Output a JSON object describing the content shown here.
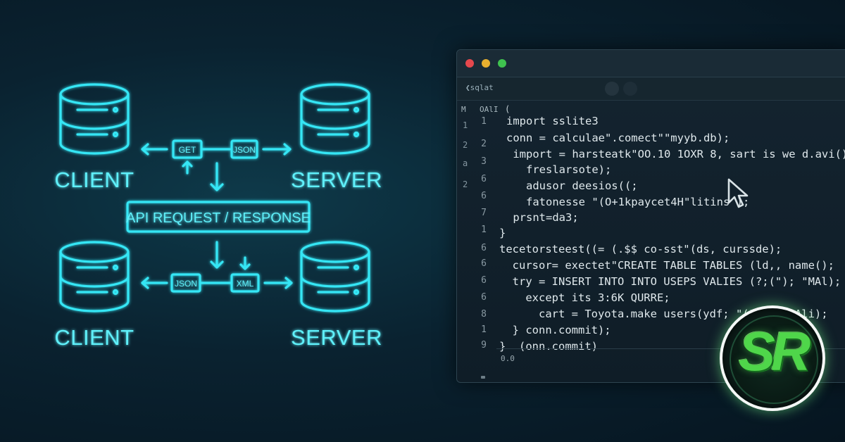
{
  "diagram": {
    "nodes": [
      {
        "role": "client",
        "label": "CLIENT"
      },
      {
        "role": "server",
        "label": "SERVER"
      },
      {
        "role": "client",
        "label": "CLIENT"
      },
      {
        "role": "server",
        "label": "SERVER"
      }
    ],
    "tags": {
      "top_left": "GET",
      "top_right": "JSON",
      "bottom_left": "JSON",
      "bottom_right": "XML"
    },
    "center_label": "API REQUEST / RESPONSE",
    "accent_color": "#35e6f5"
  },
  "editor": {
    "window_buttons": {
      "close": "#e5484d",
      "minimize": "#e8b02f",
      "maximize": "#3fc24f"
    },
    "tab_label": "❮sqlat",
    "crumb_icon": "M",
    "crumb_label": "OAlI",
    "crumb_brace": "(",
    "outer_gutter": [
      "1",
      "2",
      "a",
      "2"
    ],
    "line_numbers": [
      "1",
      "2",
      "3",
      "6",
      "6",
      "7",
      "1",
      "6",
      "6",
      "6",
      "6",
      "8",
      "1",
      "9"
    ],
    "code_lines": [
      "import sslite3",
      "conn = calculae\".comect\"\"myyb.db);",
      " import = harsteatk\"OO.10 1OXR 8, sart is we d.avi()",
      "   freslarsote);",
      "   adusor deesios((;",
      "   fatonesse \"(O+1kpaycet4H\"litins );",
      " prsnt=da3;",
      "}",
      "tecetorsteest((= (.$$ co-sst\"(ds, curssde);",
      "  cursor= exectet\"CREATE TABLE TABLES (ld,, name();",
      "  try = INSERT INTO INTO USEPS VALIES (?;(\"); \"MAl);",
      "    except its 3:6K QURRE;",
      "      cart = Toyota.make users(ydf; \"(1); \",\"Ali);",
      "  } conn.commit);",
      "}  (onn.commit)"
    ],
    "footer": "0.0",
    "cursor_icon": "mouse-pointer-icon"
  },
  "logo": {
    "text": "SR",
    "color": "#4fd64a"
  }
}
